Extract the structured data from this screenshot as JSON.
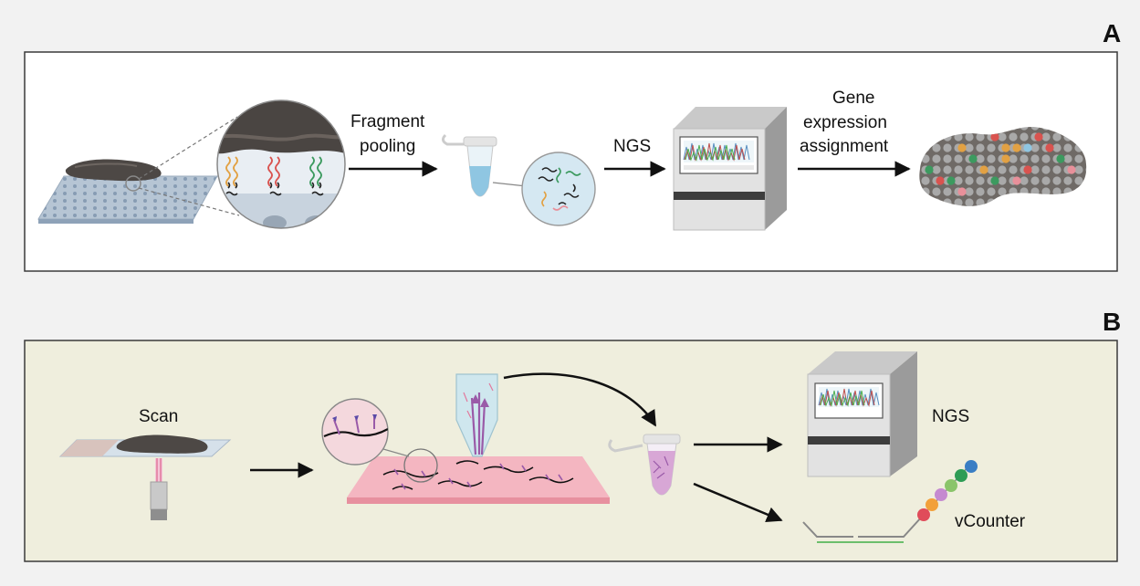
{
  "panels": {
    "a": {
      "letter": "A",
      "labels": {
        "fragment_pooling": [
          "Fragment",
          "pooling"
        ],
        "ngs": "NGS",
        "gene_expression": [
          "Gene",
          "expression",
          "assignment"
        ]
      }
    },
    "b": {
      "letter": "B",
      "labels": {
        "scan": "Scan",
        "ngs": "NGS",
        "vcounter": "vCounter"
      }
    }
  },
  "colors": {
    "panel_a_bg": "#ffffff",
    "panel_b_bg": "#efeedd",
    "tissue": "#4d4845",
    "slide": "#aab9c9",
    "arrow": "#111111",
    "probe_orange": "#e2a143",
    "probe_red": "#d9534f",
    "probe_green": "#3c9a5f",
    "laser_pink": "#e2789c",
    "uv_purple": "#9a5aa8",
    "sequencer_body": "#dcdcdc",
    "sequencer_side": "#9b9b9b",
    "sequencer_screen": "#bfe0ea"
  },
  "icons": {
    "slide_with_tissue": "spatial-array-slide-icon",
    "magnifier": "magnified-probe-circle-icon",
    "tube": "microcentrifuge-tube-icon",
    "sequencer": "sequencer-instrument-icon",
    "spatial_map": "spatial-expression-map-icon",
    "microscope": "microscope-objective-icon",
    "pipette": "collection-pipette-icon",
    "barcode_beads": "vcounter-barcode-icon"
  }
}
